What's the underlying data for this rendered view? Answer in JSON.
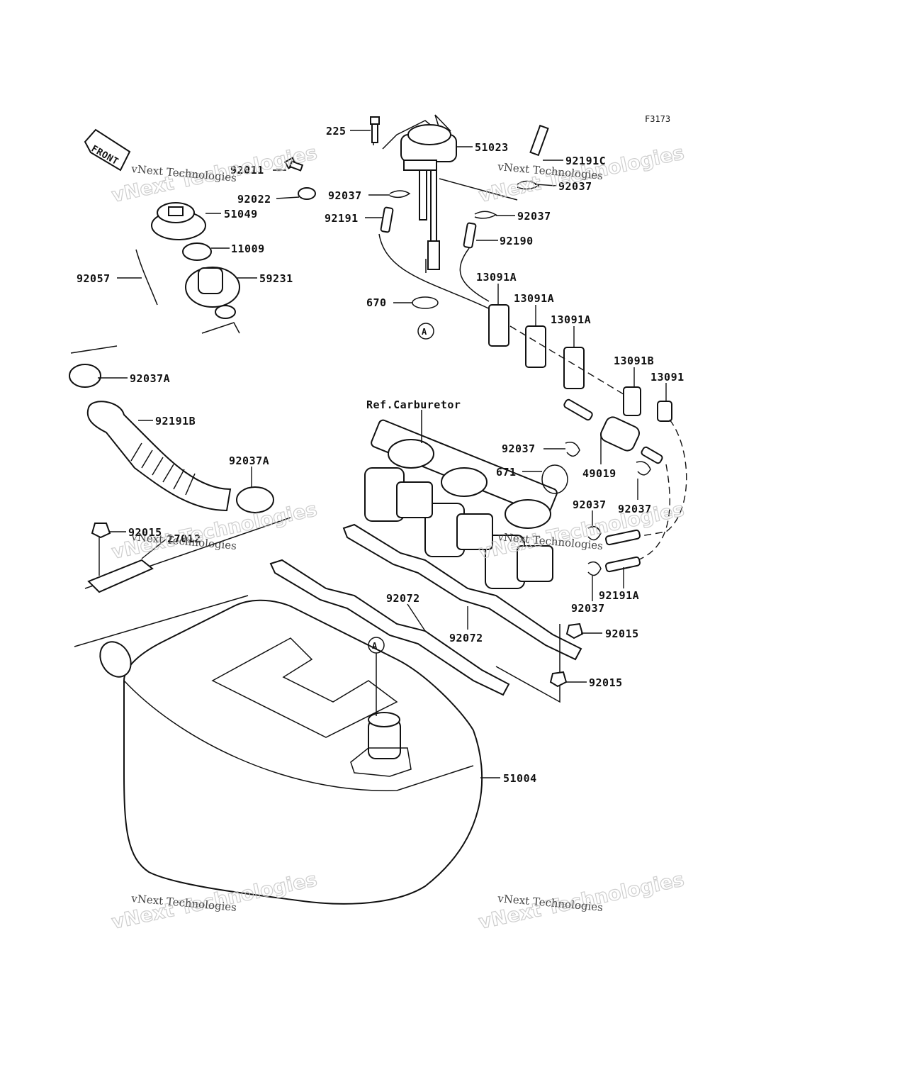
{
  "figure_code": "F3173",
  "front_label": "FRONT",
  "ref_label": "Ref.Carburetor",
  "ref_circle": "A",
  "watermark": {
    "line1": "vNext Technologies",
    "line2": "vNext Technologies"
  },
  "parts": [
    {
      "label": "225"
    },
    {
      "label": "51023"
    },
    {
      "label": "92191C"
    },
    {
      "label": "92037"
    },
    {
      "label": "92037"
    },
    {
      "label": "92037"
    },
    {
      "label": "92191"
    },
    {
      "label": "92190"
    },
    {
      "label": "92011"
    },
    {
      "label": "92022"
    },
    {
      "label": "51049"
    },
    {
      "label": "11009"
    },
    {
      "label": "59231"
    },
    {
      "label": "92057"
    },
    {
      "label": "13091A"
    },
    {
      "label": "13091A"
    },
    {
      "label": "13091A"
    },
    {
      "label": "670"
    },
    {
      "label": "13091B"
    },
    {
      "label": "13091"
    },
    {
      "label": "92037A"
    },
    {
      "label": "92191B"
    },
    {
      "label": "92037A"
    },
    {
      "label": "92037"
    },
    {
      "label": "671"
    },
    {
      "label": "49019"
    },
    {
      "label": "92037"
    },
    {
      "label": "92037"
    },
    {
      "label": "92015"
    },
    {
      "label": "27012"
    },
    {
      "label": "92072"
    },
    {
      "label": "92072"
    },
    {
      "label": "92037"
    },
    {
      "label": "92191A"
    },
    {
      "label": "92015"
    },
    {
      "label": "92015"
    },
    {
      "label": "51004"
    }
  ]
}
